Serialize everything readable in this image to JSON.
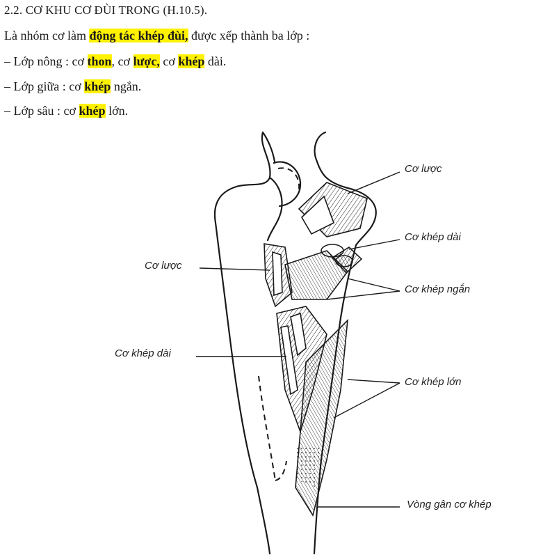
{
  "text": {
    "heading": "2.2. CƠ KHU CƠ ĐÙI TRONG (H.10.5).",
    "intro_before": "Là nhóm cơ làm ",
    "intro_highlight": "động tác khép đùi,",
    "intro_after": " được xếp thành ba lớp :",
    "layer1_prefix": "– Lớp nông : cơ ",
    "layer1_hl1": "thon",
    "layer1_sep1": ", cơ ",
    "layer1_hl2": "lược,",
    "layer1_sep2": " cơ ",
    "layer1_hl3": "khép",
    "layer1_suffix": " dài.",
    "layer2_prefix": "– Lớp giữa : cơ ",
    "layer2_hl": "khép",
    "layer2_suffix": " ngắn.",
    "layer3_prefix": "– Lớp sâu : cơ ",
    "layer3_hl": "khép",
    "layer3_suffix": " lớn."
  },
  "figure": {
    "labels": {
      "right_pectineus": "Cơ lược",
      "right_adductor_longus": "Cơ khép dài",
      "right_adductor_brevis": "Cơ khép ngắn",
      "right_adductor_magnus": "Cơ khép lớn",
      "right_adductor_hiatus": "Vòng gân cơ khép",
      "left_pectineus": "Cơ lược",
      "left_adductor_longus": "Cơ khép dài"
    }
  },
  "colors": {
    "highlight": "#fff200",
    "ink": "#1a1a1a"
  }
}
